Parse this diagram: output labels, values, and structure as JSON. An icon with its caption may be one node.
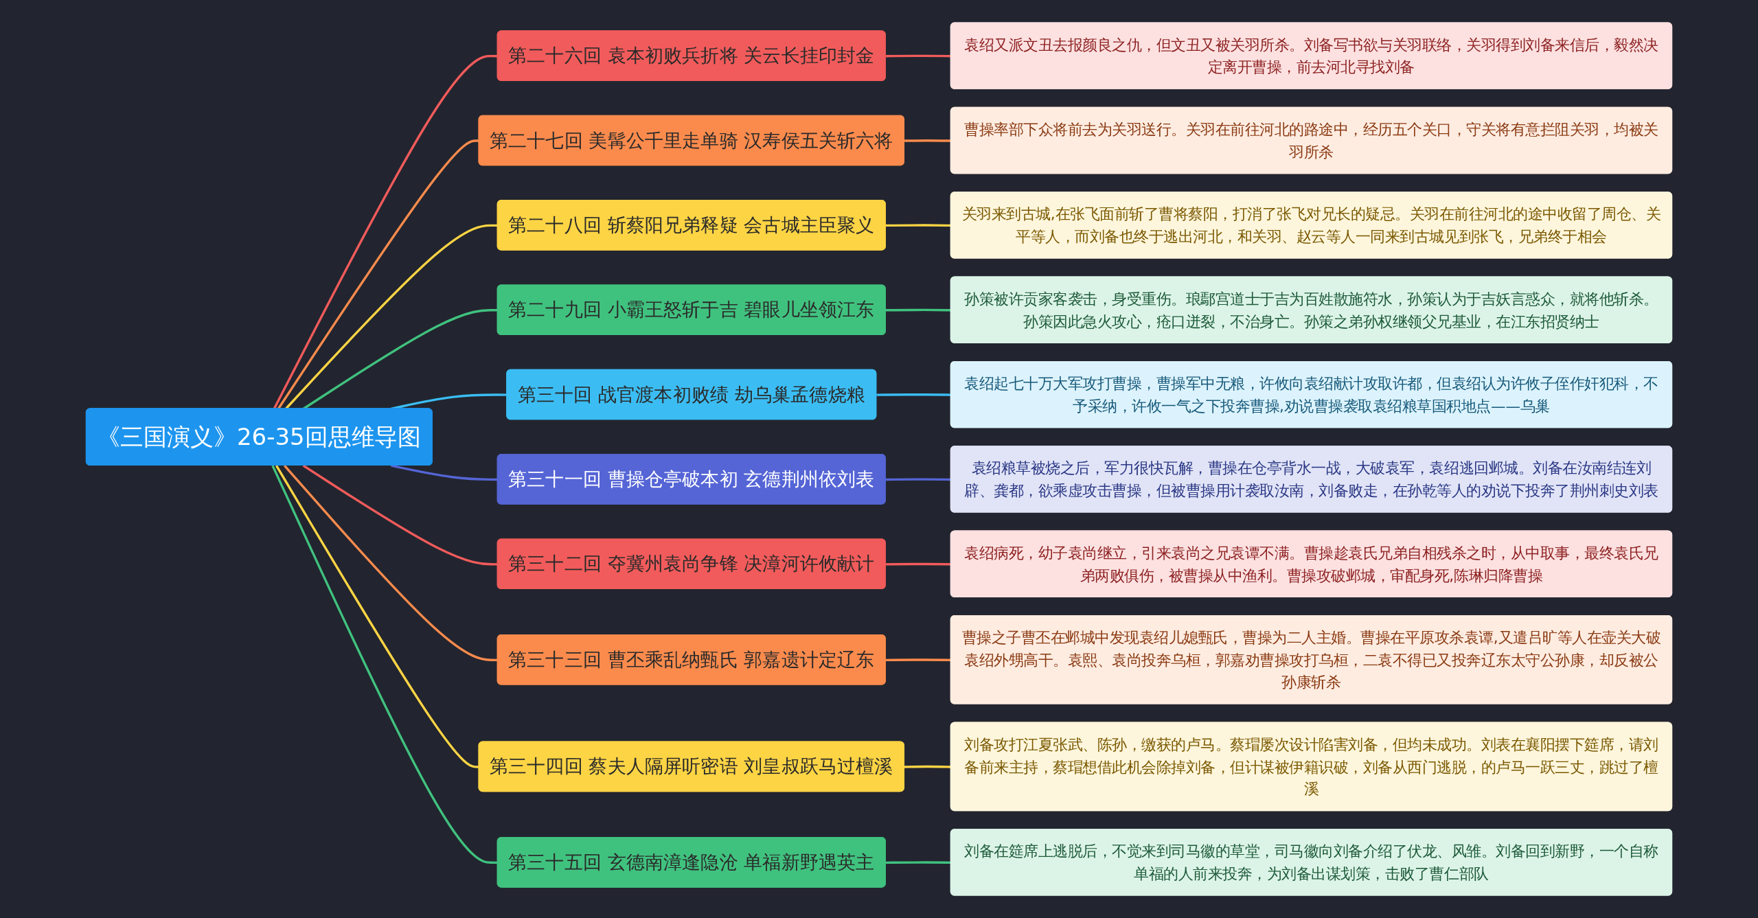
{
  "diagram": {
    "nodes": [
      {
        "text": [
          "《三国演义》26-35回思维导图"
        ]
      },
      {
        "text": [
          "第二十六回 袁本初败兵折将 关云长挂印封金"
        ]
      },
      {
        "text": [
          "袁绍又派文丑去报颜良之仇，但文丑又被关羽所杀。刘备写书欲与关羽联络，关羽得到刘备来信后，毅然决定离开曹操，前去河北寻找刘备"
        ]
      },
      {
        "text": [
          "第二十七回 美髯公千里走单骑 汉寿侯五关斩六将"
        ]
      },
      {
        "text": [
          "曹操率部下众将前去为关羽送行。关羽在前往河北的路途中，经历五个关口，守关将有意拦阻关羽，均被关羽所杀"
        ]
      },
      {
        "text": [
          "第二十八回 斩蔡阳兄弟释疑 会古城主臣聚义"
        ]
      },
      {
        "text": [
          "关羽来到古城,在张飞面前斩了曹将蔡阳，打消了张飞对兄长的疑忌。关羽在前往河北的途中收留了周仓、关平等人，而刘备也终于逃出河北，和关羽、赵云等人一同来到古城见到张飞，兄弟终于相会"
        ]
      },
      {
        "text": [
          "第二十九回 小霸王怒斩于吉 碧眼儿坐领江东"
        ]
      },
      {
        "text": [
          "孙策被许贡家客袭击，身受重伤。琅鄢宫道士于吉为百姓散施符水，孙策认为于吉妖言惑众，就将他斩杀。孙策因此急火攻心，疮口迸裂，不治身亡。孙策之弟孙权继领父兄基业，在江东招贤纳士"
        ]
      },
      {
        "text": [
          "第三十回 战官渡本初败绩 劫乌巢孟德烧粮"
        ]
      },
      {
        "text": [
          "袁绍起七十万大军攻打曹操，曹操军中无粮，许攸向袁绍献计攻取许都，但袁绍认为许攸子侄作奸犯科，不予采纳，许攸一气之下投奔曹操,劝说曹操袭取袁绍粮草国积地点——乌巢"
        ]
      },
      {
        "text": [
          "第三十一回 曹操仓亭破本初 玄德荆州依刘表"
        ]
      },
      {
        "text": [
          "袁绍粮草被烧之后，军力很快瓦解，曹操在仓亭背水一战，大破袁军，袁绍逃回邺城。刘备在汝南结连刘辟、龚都，欲乘虚攻击曹操，但被曹操用计袭取汝南，刘备败走，在孙乾等人的劝说下投奔了荆州刺史刘表"
        ]
      },
      {
        "text": [
          "第三十二回 夺冀州袁尚争锋 决漳河许攸献计"
        ]
      },
      {
        "text": [
          "袁绍病死，幼子袁尚继立，引来袁尚之兄袁谭不满。曹操趁袁氏兄弟自相残杀之时，从中取事，最终袁氏兄弟两败俱伤，被曹操从中渔利。曹操攻破邺城，审配身死,陈琳归降曹操"
        ]
      },
      {
        "text": [
          "第三十三回 曹丕乘乱纳甄氏 郭嘉遗计定辽东"
        ]
      },
      {
        "text": [
          "曹操之子曹丕在邺城中发现袁绍儿媳甄氏，曹操为二人主婚。曹操在平原攻杀袁谭,又遣吕旷等人在壶关大破袁绍外甥高干。袁熙、袁尚投奔乌桓，郭嘉劝曹操攻打乌桓，二袁不得已又投奔辽东太守公孙康，却反被公孙康斩杀"
        ]
      },
      {
        "text": [
          "第三十四回 蔡夫人隔屏听密语 刘皇叔跃马过檀溪"
        ]
      },
      {
        "text": [
          "刘备攻打江夏张武、陈孙，缴获的卢马。蔡瑁屡次设计陷害刘备，但均未成功。刘表在襄阳摆下筵席，请刘备前来主持，蔡瑁想借此机会除掉刘备，但计谋被伊籍识破，刘备从西门逃脱，的卢马一跃三丈，跳过了檀溪"
        ]
      },
      {
        "text": [
          "第三十五回 玄德南漳逢隐沧 单福新野遇英主"
        ]
      },
      {
        "text": [
          "刘备在筵席上逃脱后，不觉来到司马徽的草堂，司马徽向刘备介绍了伏龙、风雏。刘备回到新野，一个自称单福的人前来投奔，为刘备出谋划策，击败了曹仁部队"
        ]
      }
    ],
    "edges": [
      {
        "from": 0,
        "to": 1,
        "arrow": "none",
        "color": "#f25b5b"
      },
      {
        "from": 1,
        "to": 2,
        "arrow": "none",
        "color": "#f25b5b"
      },
      {
        "from": 0,
        "to": 3,
        "arrow": "none",
        "color": "#fb8b4d"
      },
      {
        "from": 3,
        "to": 4,
        "arrow": "none",
        "color": "#fb8b4d"
      },
      {
        "from": 0,
        "to": 5,
        "arrow": "none",
        "color": "#fdd444"
      },
      {
        "from": 5,
        "to": 6,
        "arrow": "none",
        "color": "#fdd444"
      },
      {
        "from": 0,
        "to": 7,
        "arrow": "none",
        "color": "#40c27f"
      },
      {
        "from": 7,
        "to": 8,
        "arrow": "none",
        "color": "#40c27f"
      },
      {
        "from": 0,
        "to": 9,
        "arrow": "none",
        "color": "#3bbdf3"
      },
      {
        "from": 9,
        "to": 10,
        "arrow": "none",
        "color": "#3bbdf3"
      },
      {
        "from": 0,
        "to": 11,
        "arrow": "none",
        "color": "#5565d6"
      },
      {
        "from": 11,
        "to": 12,
        "arrow": "none",
        "color": "#5565d6"
      },
      {
        "from": 0,
        "to": 13,
        "arrow": "none",
        "color": "#f25b5b"
      },
      {
        "from": 13,
        "to": 14,
        "arrow": "none",
        "color": "#f25b5b"
      },
      {
        "from": 0,
        "to": 15,
        "arrow": "none",
        "color": "#fb8b4d"
      },
      {
        "from": 15,
        "to": 16,
        "arrow": "none",
        "color": "#fb8b4d"
      },
      {
        "from": 0,
        "to": 17,
        "arrow": "none",
        "color": "#fdd444"
      },
      {
        "from": 17,
        "to": 18,
        "arrow": "none",
        "color": "#fdd444"
      },
      {
        "from": 0,
        "to": 19,
        "arrow": "none",
        "color": "#40c27f"
      },
      {
        "from": 19,
        "to": 20,
        "arrow": "none",
        "color": "#40c27f"
      }
    ]
  }
}
